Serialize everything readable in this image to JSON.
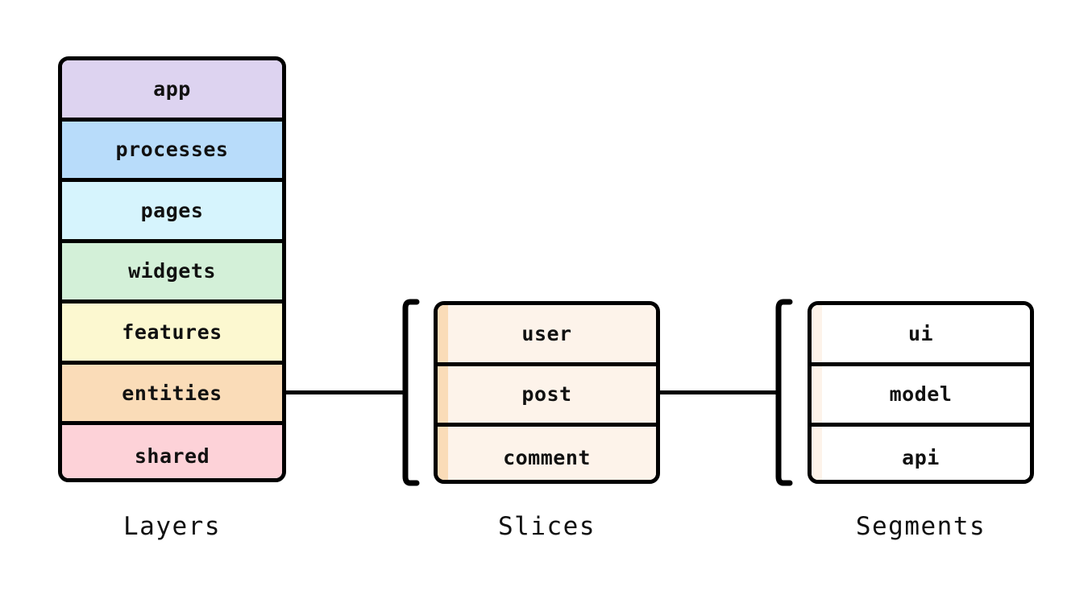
{
  "diagram": {
    "background_color": "#ffffff",
    "stroke_color": "#000000",
    "columns": [
      {
        "key": "layers",
        "caption": "Layers",
        "bracket": false,
        "rows": [
          {
            "label": "app",
            "color": "#ddd3f0",
            "stripe": null
          },
          {
            "label": "processes",
            "color": "#b8dcfa",
            "stripe": null
          },
          {
            "label": "pages",
            "color": "#d6f4fd",
            "stripe": null
          },
          {
            "label": "widgets",
            "color": "#d3f0d8",
            "stripe": null
          },
          {
            "label": "features",
            "color": "#fcf8d0",
            "stripe": null
          },
          {
            "label": "entities",
            "color": "#fadcb8",
            "stripe": null
          },
          {
            "label": "shared",
            "color": "#fdd2d8",
            "stripe": null
          }
        ]
      },
      {
        "key": "slices",
        "caption": "Slices",
        "bracket": true,
        "rows": [
          {
            "label": "user",
            "color": "#fdf3ea",
            "stripe": "#fadcb8"
          },
          {
            "label": "post",
            "color": "#fdf3ea",
            "stripe": "#fadcb8"
          },
          {
            "label": "comment",
            "color": "#fdf3ea",
            "stripe": "#fadcb8"
          }
        ]
      },
      {
        "key": "segments",
        "caption": "Segments",
        "bracket": true,
        "rows": [
          {
            "label": "ui",
            "color": "#ffffff",
            "stripe": "#fdf3ea"
          },
          {
            "label": "model",
            "color": "#ffffff",
            "stripe": "#fdf3ea"
          },
          {
            "label": "api",
            "color": "#ffffff",
            "stripe": "#fdf3ea"
          }
        ]
      }
    ],
    "connectors": [
      {
        "key": "layers-slices",
        "from": "entities",
        "to": "slices"
      },
      {
        "key": "slices-segments",
        "from": "slices",
        "to": "segments"
      }
    ]
  }
}
